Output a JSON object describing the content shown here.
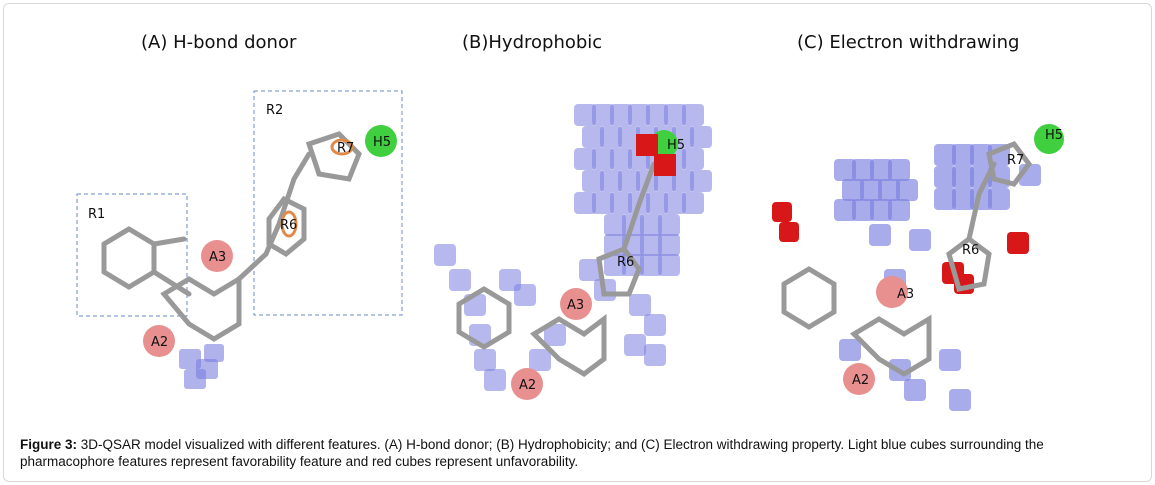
{
  "panels": [
    {
      "title": "(A) H-bond donor",
      "labels": {
        "r1": "R1",
        "r2": "R2",
        "a3": "A3",
        "a2": "A2",
        "r6": "R6",
        "r7": "R7",
        "h5": "H5"
      }
    },
    {
      "title": "(B)Hydrophobic",
      "labels": {
        "h5": "H5",
        "a3": "A3",
        "r6": "R6",
        "a2": "A2"
      }
    },
    {
      "title": "(C) Electron withdrawing",
      "labels": {
        "h5": "H5",
        "r7": "R7",
        "r6": "R6",
        "a3": "A3",
        "a2": "A2"
      }
    }
  ],
  "caption": {
    "label": "Figure 3:",
    "text": " 3D-QSAR model visualized with different features. (A) H-bond donor; (B) Hydrophobicity; and (C) Electron withdrawing property. Light blue cubes surrounding the pharmacophore features represent   favorability feature and red cubes represent unfavorability."
  },
  "colors": {
    "blue_cube": "#7b7fe0",
    "red_cube": "#d81818",
    "acceptor": "#e89090",
    "hydrophobic": "#3fcf3f",
    "ring": "#e08a4a"
  }
}
